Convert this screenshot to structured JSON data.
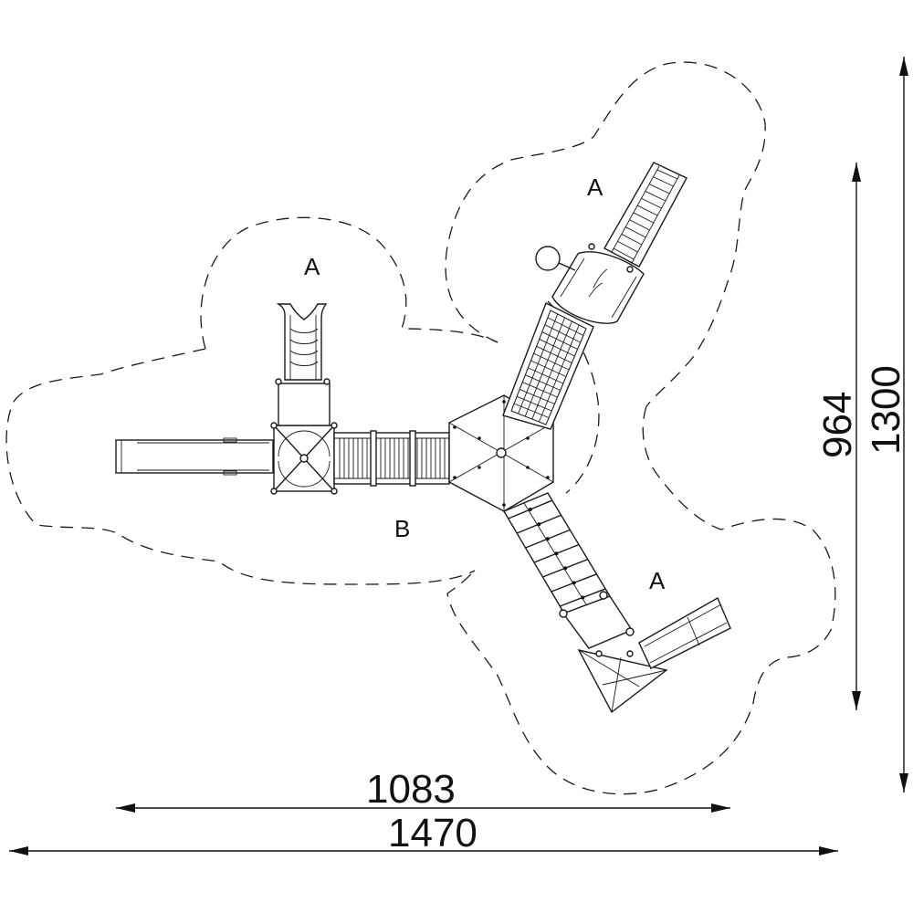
{
  "zones": {
    "top_left": "A",
    "top_right": "A",
    "bottom_right": "A",
    "center": "B"
  },
  "dimensions": {
    "width_inner": "1083",
    "width_outer": "1470",
    "height_inner": "964",
    "height_outer": "1300"
  }
}
